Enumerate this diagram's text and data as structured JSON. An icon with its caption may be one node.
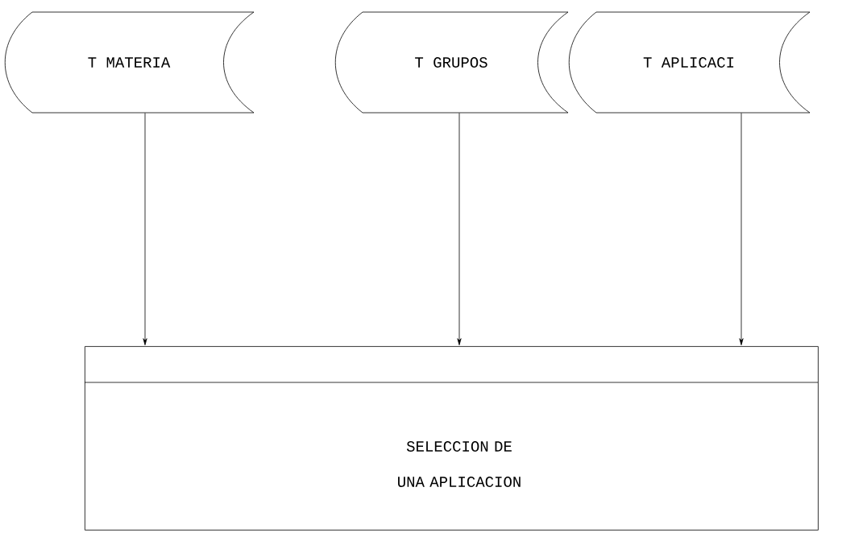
{
  "diagram": {
    "nodes": [
      {
        "text": [
          "T MATERIA"
        ]
      },
      {
        "text": [
          "T GRUPOS"
        ]
      },
      {
        "text": [
          "T APLICACI"
        ]
      },
      {
        "text": [
          "SELECCION DE UNA APLICACION"
        ]
      }
    ],
    "edges": [
      {
        "from": 0,
        "to": 3,
        "arrow": "to"
      },
      {
        "from": 1,
        "to": 3,
        "arrow": "to"
      },
      {
        "from": 2,
        "to": 3,
        "arrow": "to"
      }
    ]
  }
}
